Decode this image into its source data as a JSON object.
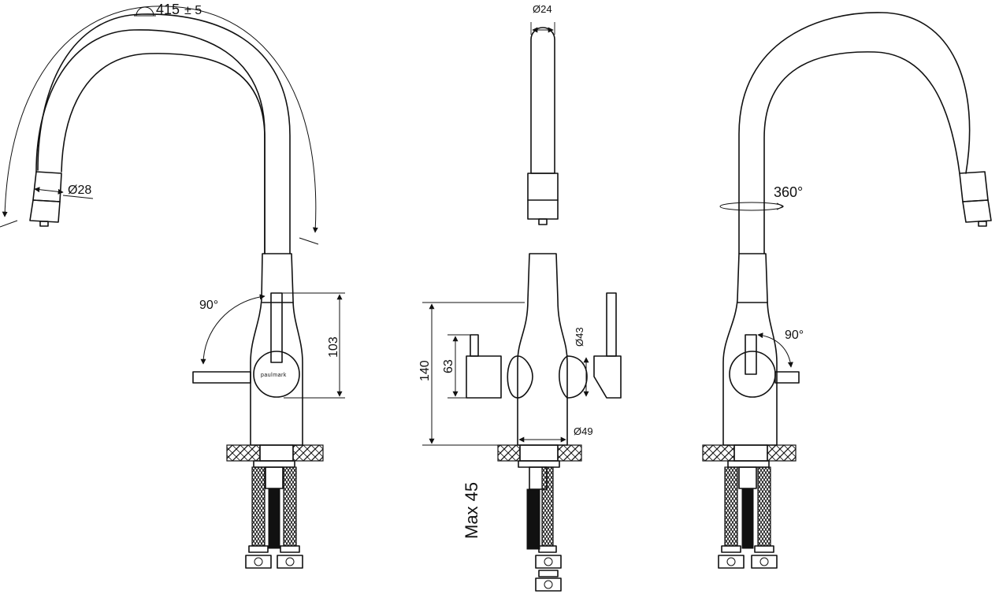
{
  "dimensions": {
    "spout_reach": "415",
    "spout_reach_tolerance": "± 5",
    "aerator_diameter": "Ø28",
    "spout_diameter": "Ø24",
    "lever_height": "103",
    "lever_rotation_left": "90°",
    "lever_rotation_right": "90°",
    "body_height": "140",
    "handle_height": "63",
    "handle_diameter": "Ø43",
    "base_diameter": "Ø49",
    "swivel_angle": "360°",
    "max_countertop_thickness": "Max 45"
  },
  "brand_mark": "paulmark",
  "icons": [
    "arc-length-icon",
    "rotation-arrow-icon",
    "double-arrow-icon"
  ],
  "colors": {
    "ink": "#111111",
    "paper": "#ffffff"
  }
}
